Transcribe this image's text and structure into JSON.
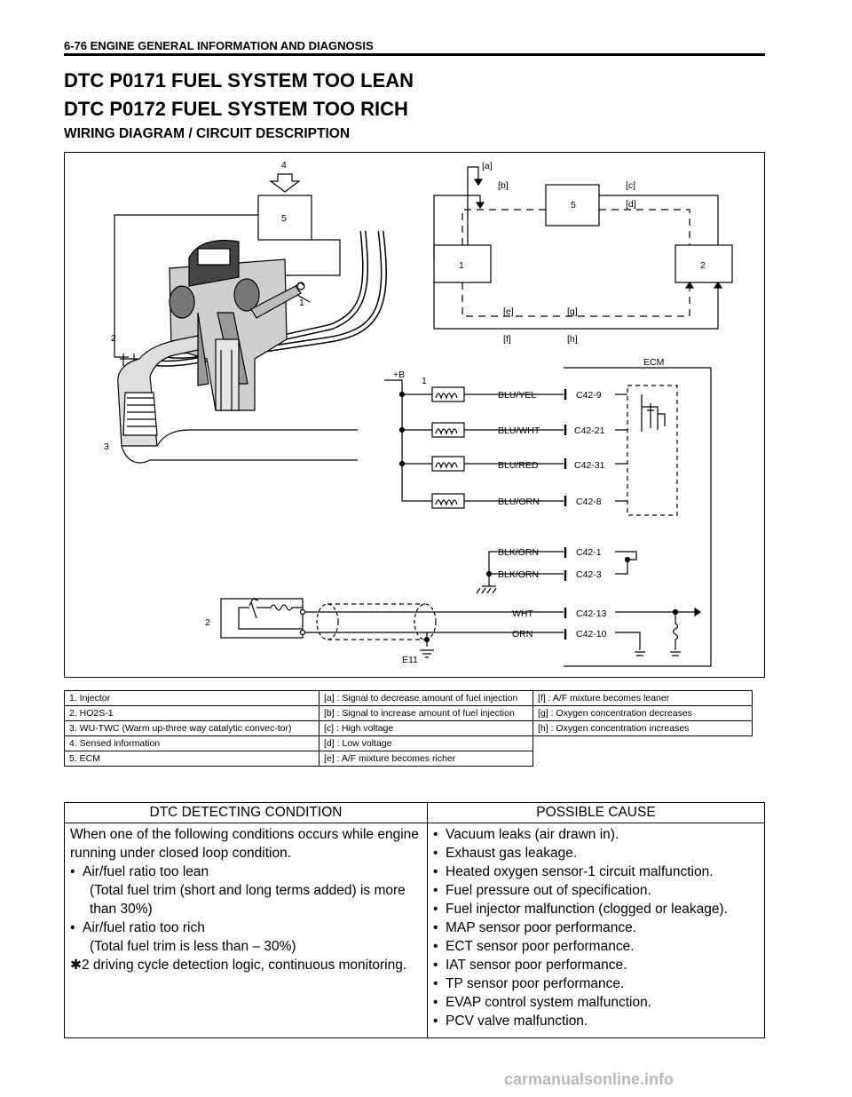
{
  "header": {
    "running_head": "6-76 ENGINE GENERAL INFORMATION AND DIAGNOSIS"
  },
  "titles": {
    "dtc_lean": "DTC P0171 FUEL SYSTEM TOO LEAN",
    "dtc_rich": "DTC P0172 FUEL SYSTEM TOO RICH",
    "section": "WIRING DIAGRAM / CIRCUIT DESCRIPTION"
  },
  "diagram": {
    "engine_callouts": [
      "4",
      "5",
      "1",
      "2",
      "3"
    ],
    "loop": {
      "box1": "1",
      "box2": "2",
      "box5": "5",
      "a": "[a]",
      "b": "[b]",
      "c": "[c]",
      "d": "[d]",
      "e": "[e]",
      "f": "[f]",
      "g": "[g]",
      "h": "[h]"
    },
    "circuit": {
      "ecm": "ECM",
      "supply": "+B",
      "injector_label": "1",
      "sensor_label": "2",
      "ground_label": "E11",
      "wires": [
        "BLU/YEL",
        "BLU/WHT",
        "BLU/RED",
        "BLU/ORN",
        "BLK/ORN",
        "BLK/ORN",
        "WHT",
        "ORN"
      ],
      "terminals": [
        "C42-9",
        "C42-21",
        "C42-31",
        "C42-8",
        "C42-1",
        "C42-3",
        "C42-13",
        "C42-10"
      ]
    }
  },
  "legend": {
    "rows": [
      [
        "1.  Injector",
        "[a] :   Signal to decrease amount of fuel injection",
        "[f] :   A/F mixture becomes leaner"
      ],
      [
        "2.  HO2S-1",
        "[b] :   Signal to increase amount of fuel injection",
        "[g] :   Oxygen concentration decreases"
      ],
      [
        "3.  WU-TWC (Warm up-three way catalytic convec-tor)",
        "[c] :   High voltage",
        "[h] :   Oxygen concentration increases"
      ],
      [
        "4.  Sensed information",
        "[d] :   Low voltage",
        ""
      ],
      [
        "5.  ECM",
        "[e] :   A/F mixture becomes richer",
        ""
      ]
    ]
  },
  "dtc_table": {
    "col_condition": "DTC DETECTING CONDITION",
    "col_cause": "POSSIBLE CAUSE",
    "conditions": {
      "intro": "When one of the following conditions occurs while engine running under closed loop condition.",
      "lean": "Air/fuel ratio too lean",
      "lean_detail": "(Total fuel trim (short and long terms added) is more than 30%)",
      "rich": "Air/fuel ratio too rich",
      "rich_detail": "(Total fuel trim is less than – 30%)",
      "logic_mark": "✱",
      "logic": "2 driving cycle detection logic, continuous monitoring."
    },
    "causes": [
      "Vacuum leaks (air drawn in).",
      "Exhaust gas leakage.",
      "Heated oxygen sensor-1 circuit malfunction.",
      "Fuel pressure out of specification.",
      "Fuel injector malfunction (clogged or leakage).",
      "MAP sensor poor performance.",
      "ECT sensor poor performance.",
      "IAT sensor poor performance.",
      "TP sensor poor performance.",
      "EVAP control system malfunction.",
      "PCV valve malfunction."
    ]
  },
  "watermark": "carmanualsonline.info"
}
